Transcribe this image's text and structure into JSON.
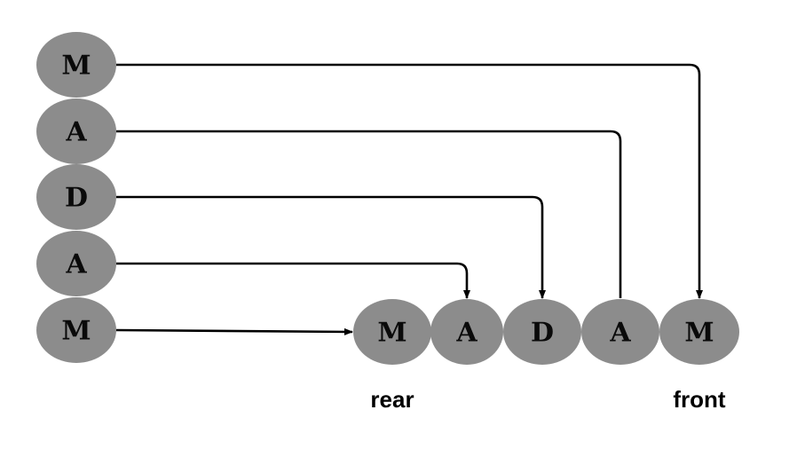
{
  "stack_items": [
    "M",
    "A",
    "D",
    "A",
    "M"
  ],
  "queue_items": [
    "M",
    "A",
    "D",
    "A",
    "M"
  ],
  "labels": {
    "rear": "rear",
    "front": "front"
  },
  "colors": {
    "node_fill": "#8c8c8c",
    "letter": "#0a0a0a",
    "arrow": "#000000"
  }
}
